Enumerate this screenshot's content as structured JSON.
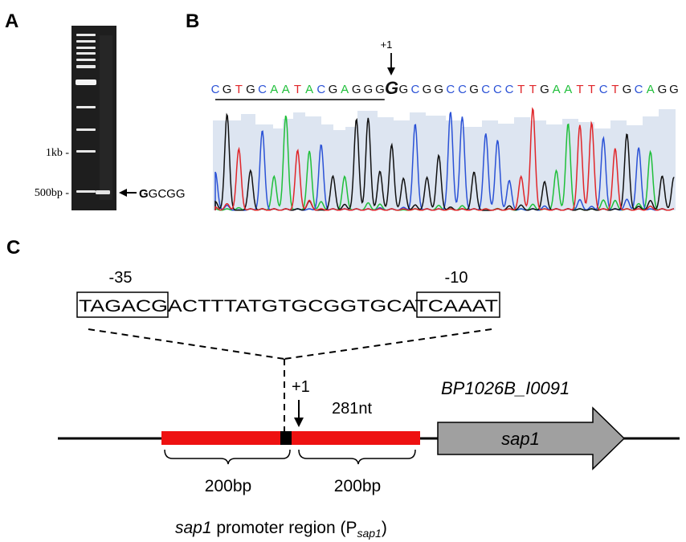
{
  "panel_a": {
    "letter": "A",
    "ladder_labels": [
      "1kb -",
      "500bp -"
    ],
    "band_label_bold": "G",
    "band_label_rest": "GCGG"
  },
  "panel_b": {
    "letter": "B",
    "tss_label": "+1",
    "sequence": [
      "C",
      "G",
      "T",
      "G",
      "C",
      "A",
      "A",
      "T",
      "A",
      "C",
      "G",
      "A",
      "G",
      "G",
      "G",
      "G",
      "G",
      "C",
      "G",
      "G",
      "C",
      "C",
      "G",
      "C",
      "C",
      "C",
      "T",
      "T",
      "G",
      "A",
      "A",
      "T",
      "T",
      "C",
      "T",
      "G",
      "C",
      "A",
      "G",
      "G"
    ],
    "tss_index": 15,
    "underline_end_index": 14,
    "base_colors": {
      "A": "#1fbf3a",
      "C": "#2b52d6",
      "G": "#111111",
      "T": "#e0262a"
    }
  },
  "panel_c": {
    "letter": "C",
    "box_minus35": "TAGACG",
    "spacer": "ACTTTATGTGCGGTGCA",
    "box_minus10": "TCAAAT",
    "label_minus35": "-35",
    "label_minus10": "-10",
    "tss_label": "+1",
    "transcript_label": "281nt",
    "gene_locus": "BP1026B_I0091",
    "gene_name": "sap1",
    "brace_left_label": "200bp",
    "brace_right_label": "200bp",
    "caption_gene": "sap1",
    "caption_middle": " promoter region (P",
    "caption_subscript": "sap1",
    "caption_end": ")",
    "colors": {
      "promoter": "#ee1111",
      "gene_arrow": "#a0a0a0",
      "tss_block": "#000000"
    }
  }
}
